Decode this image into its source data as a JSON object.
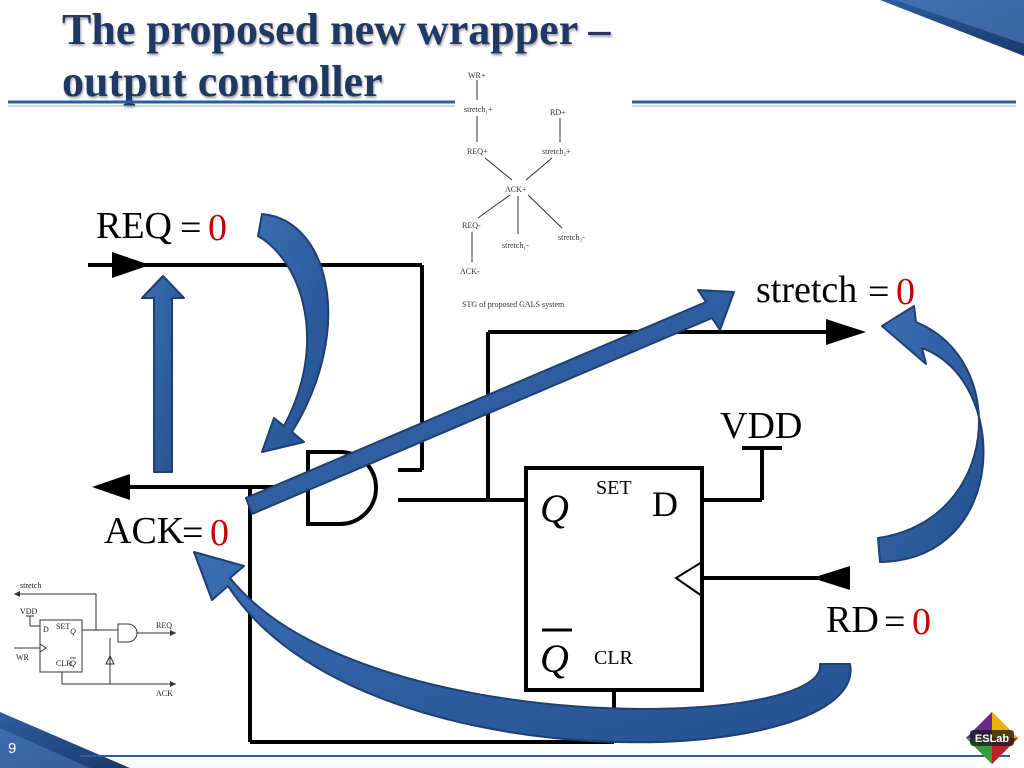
{
  "slide": {
    "title_line1": "The proposed new wrapper –",
    "title_line2": "output controller",
    "slide_number": "9",
    "logo_text": "ESLab"
  },
  "signals": {
    "req": {
      "name": "REQ",
      "eq": "=",
      "value": "0"
    },
    "ack": {
      "name": "ACK",
      "eq": "=",
      "value": "0"
    },
    "stretch": {
      "name": "stretch",
      "eq": "=",
      "value": "0"
    },
    "rd": {
      "name": "RD",
      "eq": "=",
      "value": "0"
    }
  },
  "flipflop": {
    "set_label": "SET",
    "clr_label": "CLR",
    "d_label": "D",
    "q_label": "Q",
    "qbar_label": "Q",
    "vdd_label": "VDD"
  },
  "stg": {
    "nodes": [
      "WR+",
      "stretch₁+",
      "RD+",
      "REQ+",
      "stretch₂+",
      "ACK+",
      "REQ-",
      "stretch₁-",
      "stretch₂-",
      "ACK-"
    ],
    "caption": "STG of proposed GALS system"
  },
  "mini_circuit": {
    "stretch": "stretch",
    "vdd": "VDD",
    "d": "D",
    "set": "SET",
    "q": "Q",
    "req": "REQ",
    "wr": "WR",
    "clr": "CLR",
    "qbar": "Q",
    "ack": "ACK"
  },
  "colors": {
    "title": "#1f3864",
    "arrow_fill": "#2e5d9f",
    "arrow_stroke": "#1f3f70",
    "value_red": "#cc0000",
    "header_line": "#2e5d9f"
  }
}
